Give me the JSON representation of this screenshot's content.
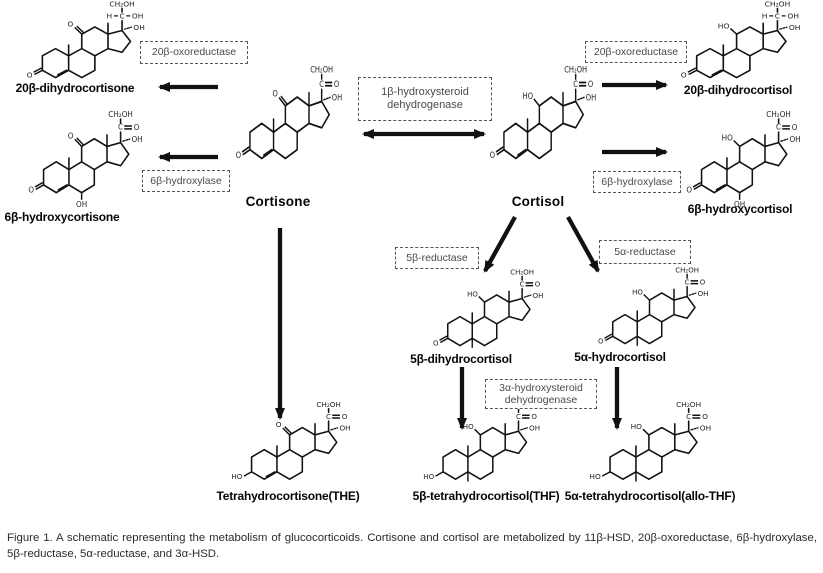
{
  "figure": {
    "caption": "Figure 1. A schematic representing the metabolism of glucocorticoids. Cortisone and cortisol are metabolized by 11β-HSD, 20β-oxoreductase, 6β-hydroxylase, 5β-reductase, 5α-reductase, and 3α-HSD."
  },
  "atoms": {
    "ch2oh": "CH₂OH",
    "c": "C",
    "o": "O",
    "oh": "OH",
    "ho": "HO",
    "h": "H"
  },
  "molecules": {
    "m20b_dihydrocortisone": "20β-dihydrocortisone",
    "m6b_hydroxycortisone": "6β-hydroxycortisone",
    "cortisone": "Cortisone",
    "cortisol": "Cortisol",
    "m20b_dihydrocortisol": "20β-dihydrocortisol",
    "m6b_hydroxycortisol": "6β-hydroxycortisol",
    "m5b_dihydrocortisol": "5β-dihydrocortisol",
    "m5a_hydrocortisol": "5α-hydrocortisol",
    "the": "Tetrahydrocortisone(THE)",
    "thf": "5β-tetrahydrocortisol(THF)",
    "allothf": "5α-tetrahydrocortisol(allo-THF)"
  },
  "enzymes": {
    "oxoreductase20b_left": "20β-oxoreductase",
    "hydroxylase6b_left": "6β-hydroxylase",
    "hsd11_line1": "1β-hydroxysteroid",
    "hsd11_line2": "dehydrogenase",
    "oxoreductase20b_right": "20β-oxoreductase",
    "hydroxylase6b_right": "6β-hydroxylase",
    "reductase5b": "5β-reductase",
    "reductase5a": "5α-reductase",
    "hsd3a_line1": "3α-hydroxysteroid",
    "hsd3a_line2": "dehydrogenase"
  }
}
